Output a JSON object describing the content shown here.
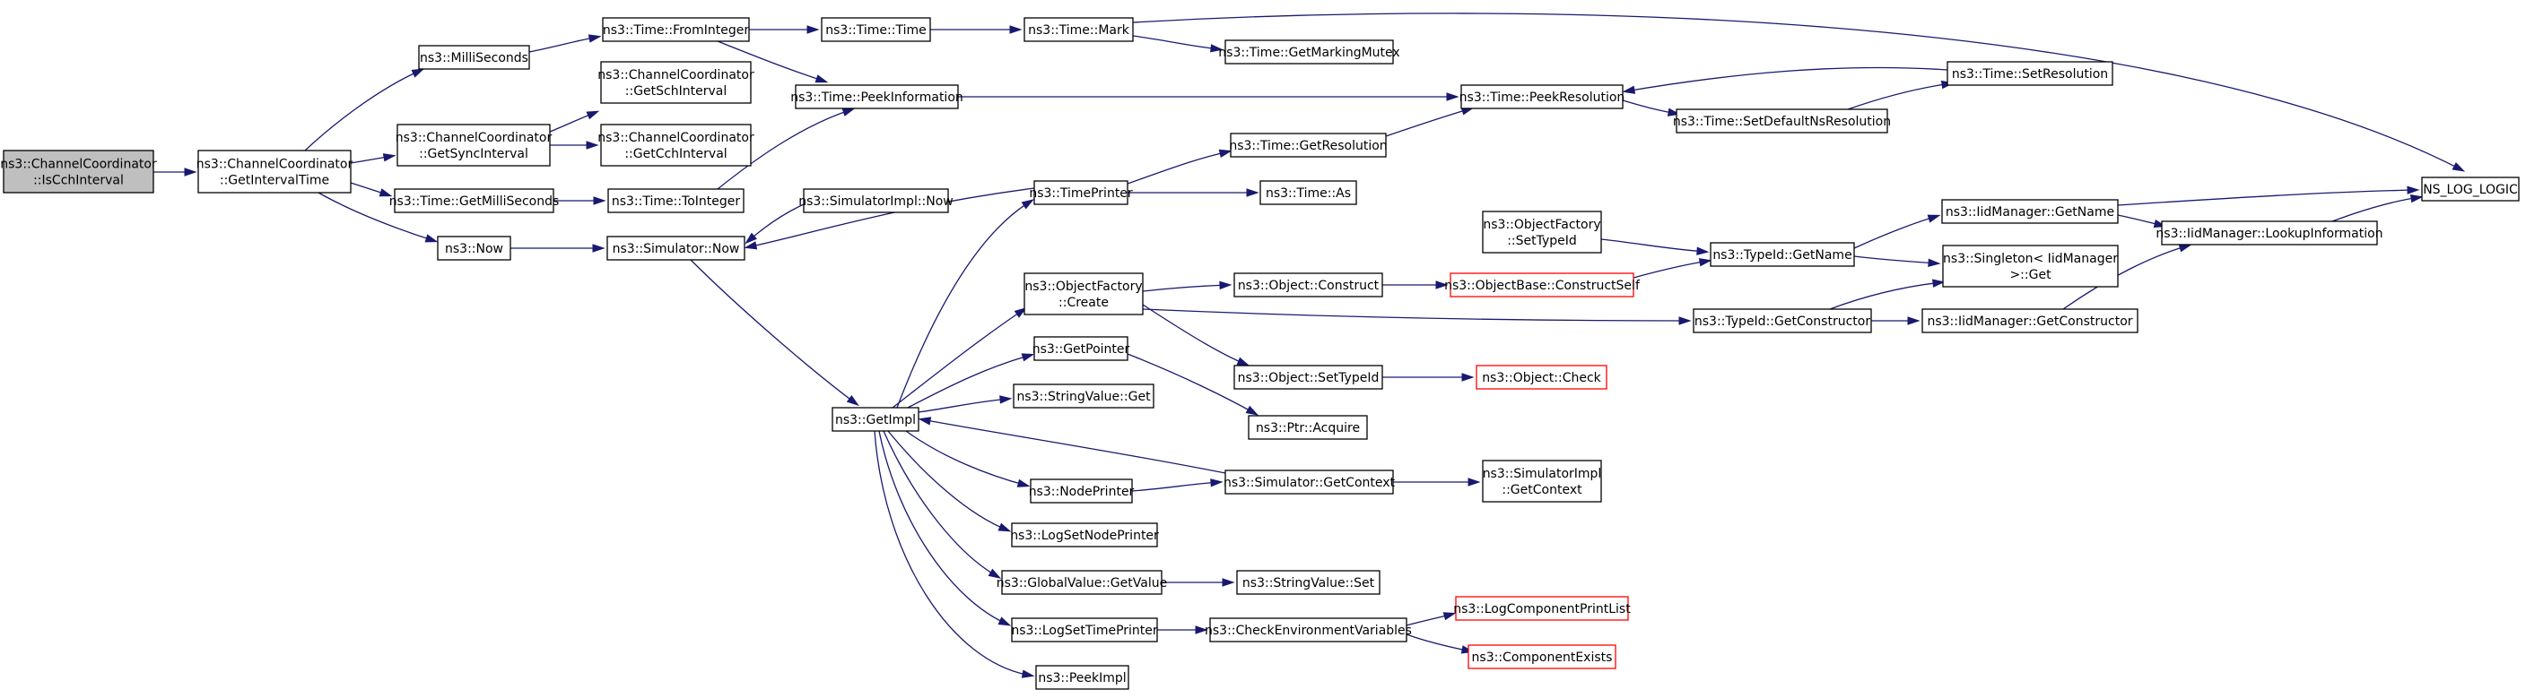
{
  "colors": {
    "edge": "#191970",
    "node_border": "#000000",
    "external_border": "#ff0000",
    "root_fill": "#bfbfbf"
  },
  "nodes": {
    "cc_is_cch_interval": {
      "lines": [
        "ns3::ChannelCoordinator",
        "::IsCchInterval"
      ]
    },
    "cc_get_interval_time": {
      "lines": [
        "ns3::ChannelCoordinator",
        "::GetIntervalTime"
      ]
    },
    "milliseconds": {
      "lines": [
        "ns3::MilliSeconds"
      ]
    },
    "cc_get_sync_interval": {
      "lines": [
        "ns3::ChannelCoordinator",
        "::GetSyncInterval"
      ]
    },
    "time_get_milliseconds": {
      "lines": [
        "ns3::Time::GetMilliSeconds"
      ]
    },
    "now": {
      "lines": [
        "ns3::Now"
      ]
    },
    "time_from_integer": {
      "lines": [
        "ns3::Time::FromInteger"
      ]
    },
    "cc_get_sch_interval": {
      "lines": [
        "ns3::ChannelCoordinator",
        "::GetSchInterval"
      ]
    },
    "cc_get_cch_interval": {
      "lines": [
        "ns3::ChannelCoordinator",
        "::GetCchInterval"
      ]
    },
    "time_to_integer": {
      "lines": [
        "ns3::Time::ToInteger"
      ]
    },
    "simulator_now": {
      "lines": [
        "ns3::Simulator::Now"
      ]
    },
    "time_time": {
      "lines": [
        "ns3::Time::Time"
      ]
    },
    "time_peek_information": {
      "lines": [
        "ns3::Time::PeekInformation"
      ]
    },
    "simulator_impl_now": {
      "lines": [
        "ns3::SimulatorImpl::Now"
      ]
    },
    "get_impl": {
      "lines": [
        "ns3::GetImpl"
      ]
    },
    "time_mark": {
      "lines": [
        "ns3::Time::Mark"
      ]
    },
    "time_printer": {
      "lines": [
        "ns3::TimePrinter"
      ]
    },
    "object_factory_create": {
      "lines": [
        "ns3::ObjectFactory",
        "::Create"
      ]
    },
    "get_pointer": {
      "lines": [
        "ns3::GetPointer"
      ]
    },
    "string_value_get": {
      "lines": [
        "ns3::StringValue::Get"
      ]
    },
    "node_printer": {
      "lines": [
        "ns3::NodePrinter"
      ]
    },
    "log_set_node_printer": {
      "lines": [
        "ns3::LogSetNodePrinter"
      ]
    },
    "global_value_get_value": {
      "lines": [
        "ns3::GlobalValue::GetValue"
      ]
    },
    "log_set_time_printer": {
      "lines": [
        "ns3::LogSetTimePrinter"
      ]
    },
    "peek_impl": {
      "lines": [
        "ns3::PeekImpl"
      ]
    },
    "time_get_marking_mutex": {
      "lines": [
        "ns3::Time::GetMarkingMutex"
      ]
    },
    "time_get_resolution": {
      "lines": [
        "ns3::Time::GetResolution"
      ]
    },
    "time_as": {
      "lines": [
        "ns3::Time::As"
      ]
    },
    "object_construct": {
      "lines": [
        "ns3::Object::Construct"
      ]
    },
    "object_set_type_id": {
      "lines": [
        "ns3::Object::SetTypeId"
      ]
    },
    "ptr_acquire": {
      "lines": [
        "ns3::Ptr::Acquire"
      ]
    },
    "simulator_get_context": {
      "lines": [
        "ns3::Simulator::GetContext"
      ]
    },
    "string_value_set": {
      "lines": [
        "ns3::StringValue::Set"
      ]
    },
    "check_environment_variables": {
      "lines": [
        "ns3::CheckEnvironmentVariables"
      ]
    },
    "time_peek_resolution": {
      "lines": [
        "ns3::Time::PeekResolution"
      ]
    },
    "object_factory_set_type_id": {
      "lines": [
        "ns3::ObjectFactory",
        "::SetTypeId"
      ]
    },
    "object_base_construct_self": {
      "lines": [
        "ns3::ObjectBase::ConstructSelf"
      ]
    },
    "object_check": {
      "lines": [
        "ns3::Object::Check"
      ]
    },
    "simulator_impl_get_context": {
      "lines": [
        "ns3::SimulatorImpl",
        "::GetContext"
      ]
    },
    "log_component_print_list": {
      "lines": [
        "ns3::LogComponentPrintList"
      ]
    },
    "component_exists": {
      "lines": [
        "ns3::ComponentExists"
      ]
    },
    "time_set_default_ns_resolution": {
      "lines": [
        "ns3::Time::SetDefaultNsResolution"
      ]
    },
    "type_id_get_name": {
      "lines": [
        "ns3::TypeId::GetName"
      ]
    },
    "type_id_get_constructor": {
      "lines": [
        "ns3::TypeId::GetConstructor"
      ]
    },
    "time_set_resolution": {
      "lines": [
        "ns3::Time::SetResolution"
      ]
    },
    "iid_manager_get_name": {
      "lines": [
        "ns3::IidManager::GetName"
      ]
    },
    "singleton_iid_manager_get": {
      "lines": [
        "ns3::Singleton< IidManager",
        ">::Get"
      ]
    },
    "iid_manager_get_constructor": {
      "lines": [
        "ns3::IidManager::GetConstructor"
      ]
    },
    "iid_manager_lookup_information": {
      "lines": [
        "ns3::IidManager::LookupInformation"
      ]
    },
    "ns_log_logic": {
      "lines": [
        "NS_LOG_LOGIC"
      ]
    }
  }
}
